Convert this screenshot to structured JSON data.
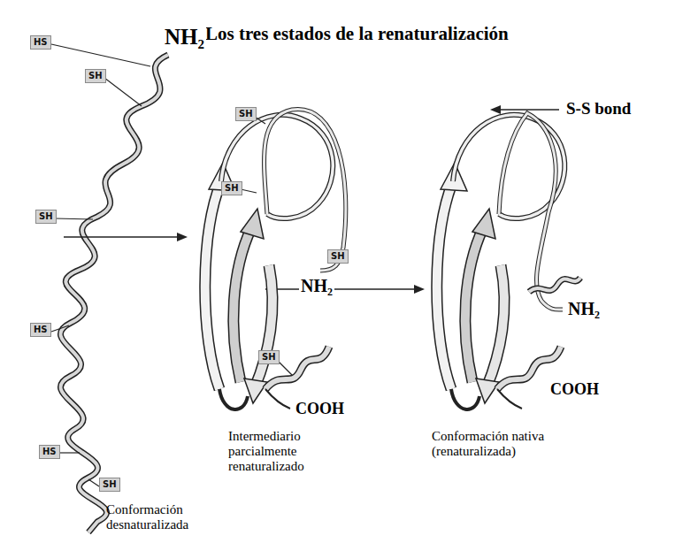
{
  "diagram": {
    "title": "Los tres estados de la renaturalización",
    "nodes": [
      {
        "text": [
          "HS"
        ]
      },
      {
        "text": [
          "SH"
        ]
      },
      {
        "text": [
          "SH"
        ]
      },
      {
        "text": [
          "HS"
        ]
      },
      {
        "text": [
          "HS"
        ]
      },
      {
        "text": [
          "SH"
        ]
      },
      {
        "text": [
          "SH"
        ]
      },
      {
        "text": [
          "SH"
        ]
      },
      {
        "text": [
          "SH"
        ]
      },
      {
        "text": [
          "SH"
        ]
      }
    ],
    "labels": [
      "NH₂",
      "NH₂",
      "COOH",
      "S-S bond",
      "NH₂",
      "COOH",
      "Conformación desnaturalizada",
      "Intermediario parcialmente renaturalizado",
      "Conformación nativa (renaturalizada)"
    ]
  }
}
